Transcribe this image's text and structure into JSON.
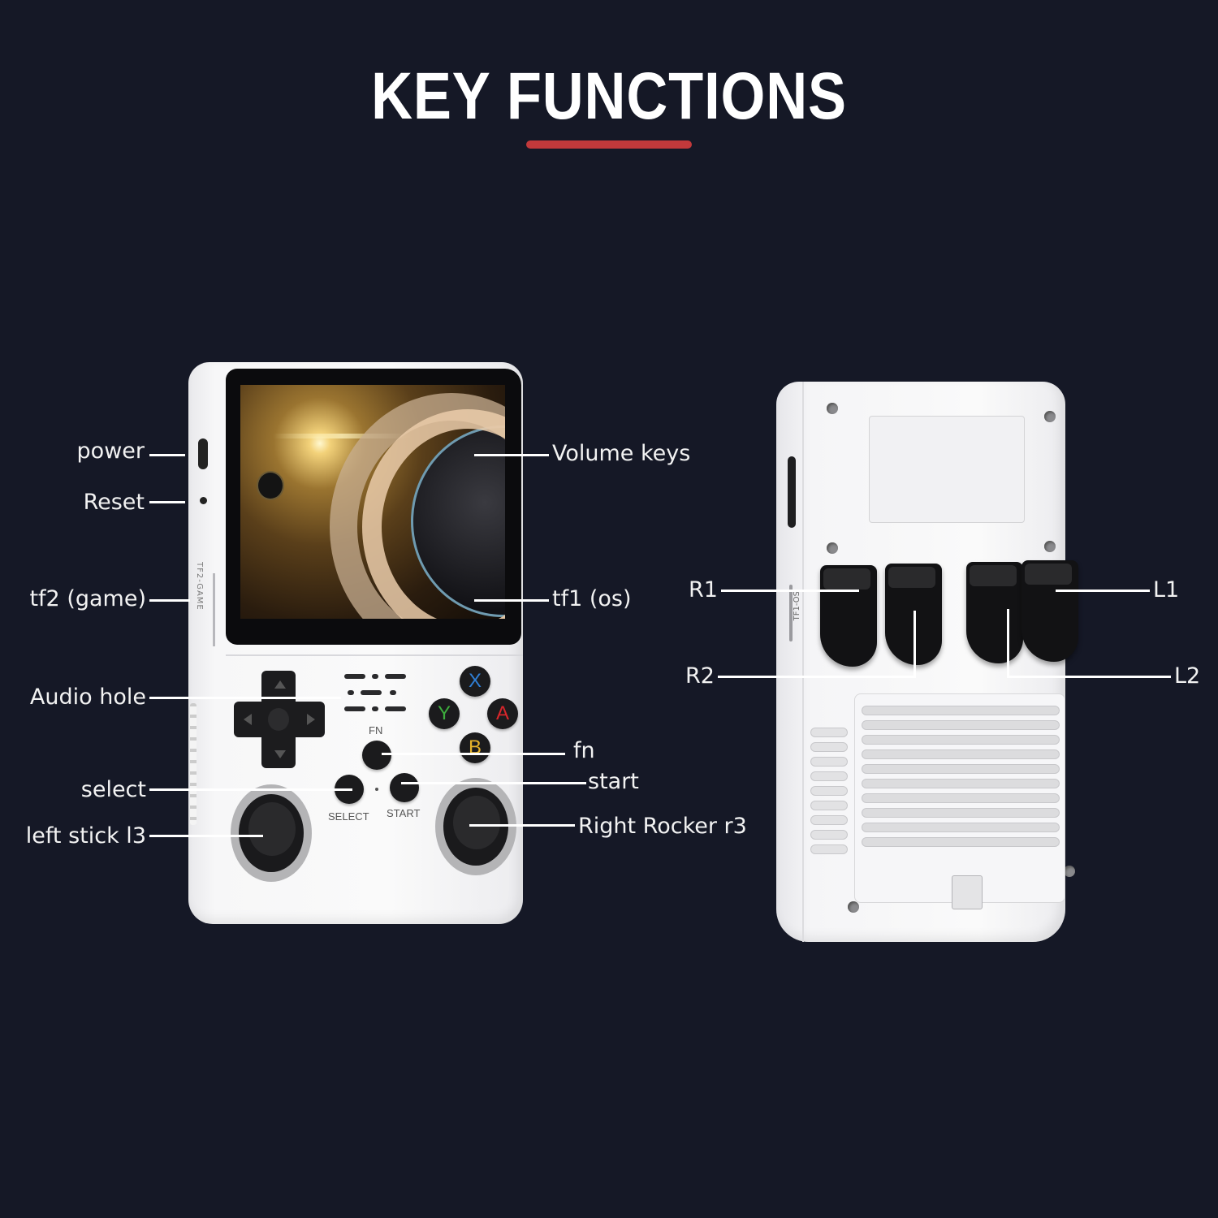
{
  "header": {
    "title": "KEY FUNCTIONS",
    "accent_color": "#c2393b",
    "background_color": "#151826"
  },
  "front_device": {
    "callouts_left": [
      {
        "id": "power",
        "label": "power"
      },
      {
        "id": "reset",
        "label": "Reset"
      },
      {
        "id": "tf2",
        "label": "tf2 (game)"
      },
      {
        "id": "audio",
        "label": "Audio hole"
      },
      {
        "id": "select",
        "label": "select"
      },
      {
        "id": "left-stick",
        "label": "left stick l3"
      }
    ],
    "callouts_right": [
      {
        "id": "volume",
        "label": "Volume keys"
      },
      {
        "id": "tf1",
        "label": "tf1 (os)"
      },
      {
        "id": "fn",
        "label": "fn"
      },
      {
        "id": "start",
        "label": "start"
      },
      {
        "id": "right-stick",
        "label": "Right Rocker r3"
      }
    ],
    "printed_labels": {
      "slot": "TF2-GAME",
      "fn": "FN",
      "select": "SELECT",
      "start": "START"
    },
    "face_buttons": [
      {
        "letter": "X",
        "color": "#2f7fd6"
      },
      {
        "letter": "Y",
        "color": "#3dae3d"
      },
      {
        "letter": "A",
        "color": "#d8262b"
      },
      {
        "letter": "B",
        "color": "#e7b32a"
      }
    ]
  },
  "back_device": {
    "callouts_left": [
      {
        "id": "r1",
        "label": "R1"
      },
      {
        "id": "r2",
        "label": "R2"
      }
    ],
    "callouts_right": [
      {
        "id": "l1",
        "label": "L1"
      },
      {
        "id": "l2",
        "label": "L2"
      }
    ],
    "printed_labels": {
      "slot": "TF1-OS"
    }
  }
}
